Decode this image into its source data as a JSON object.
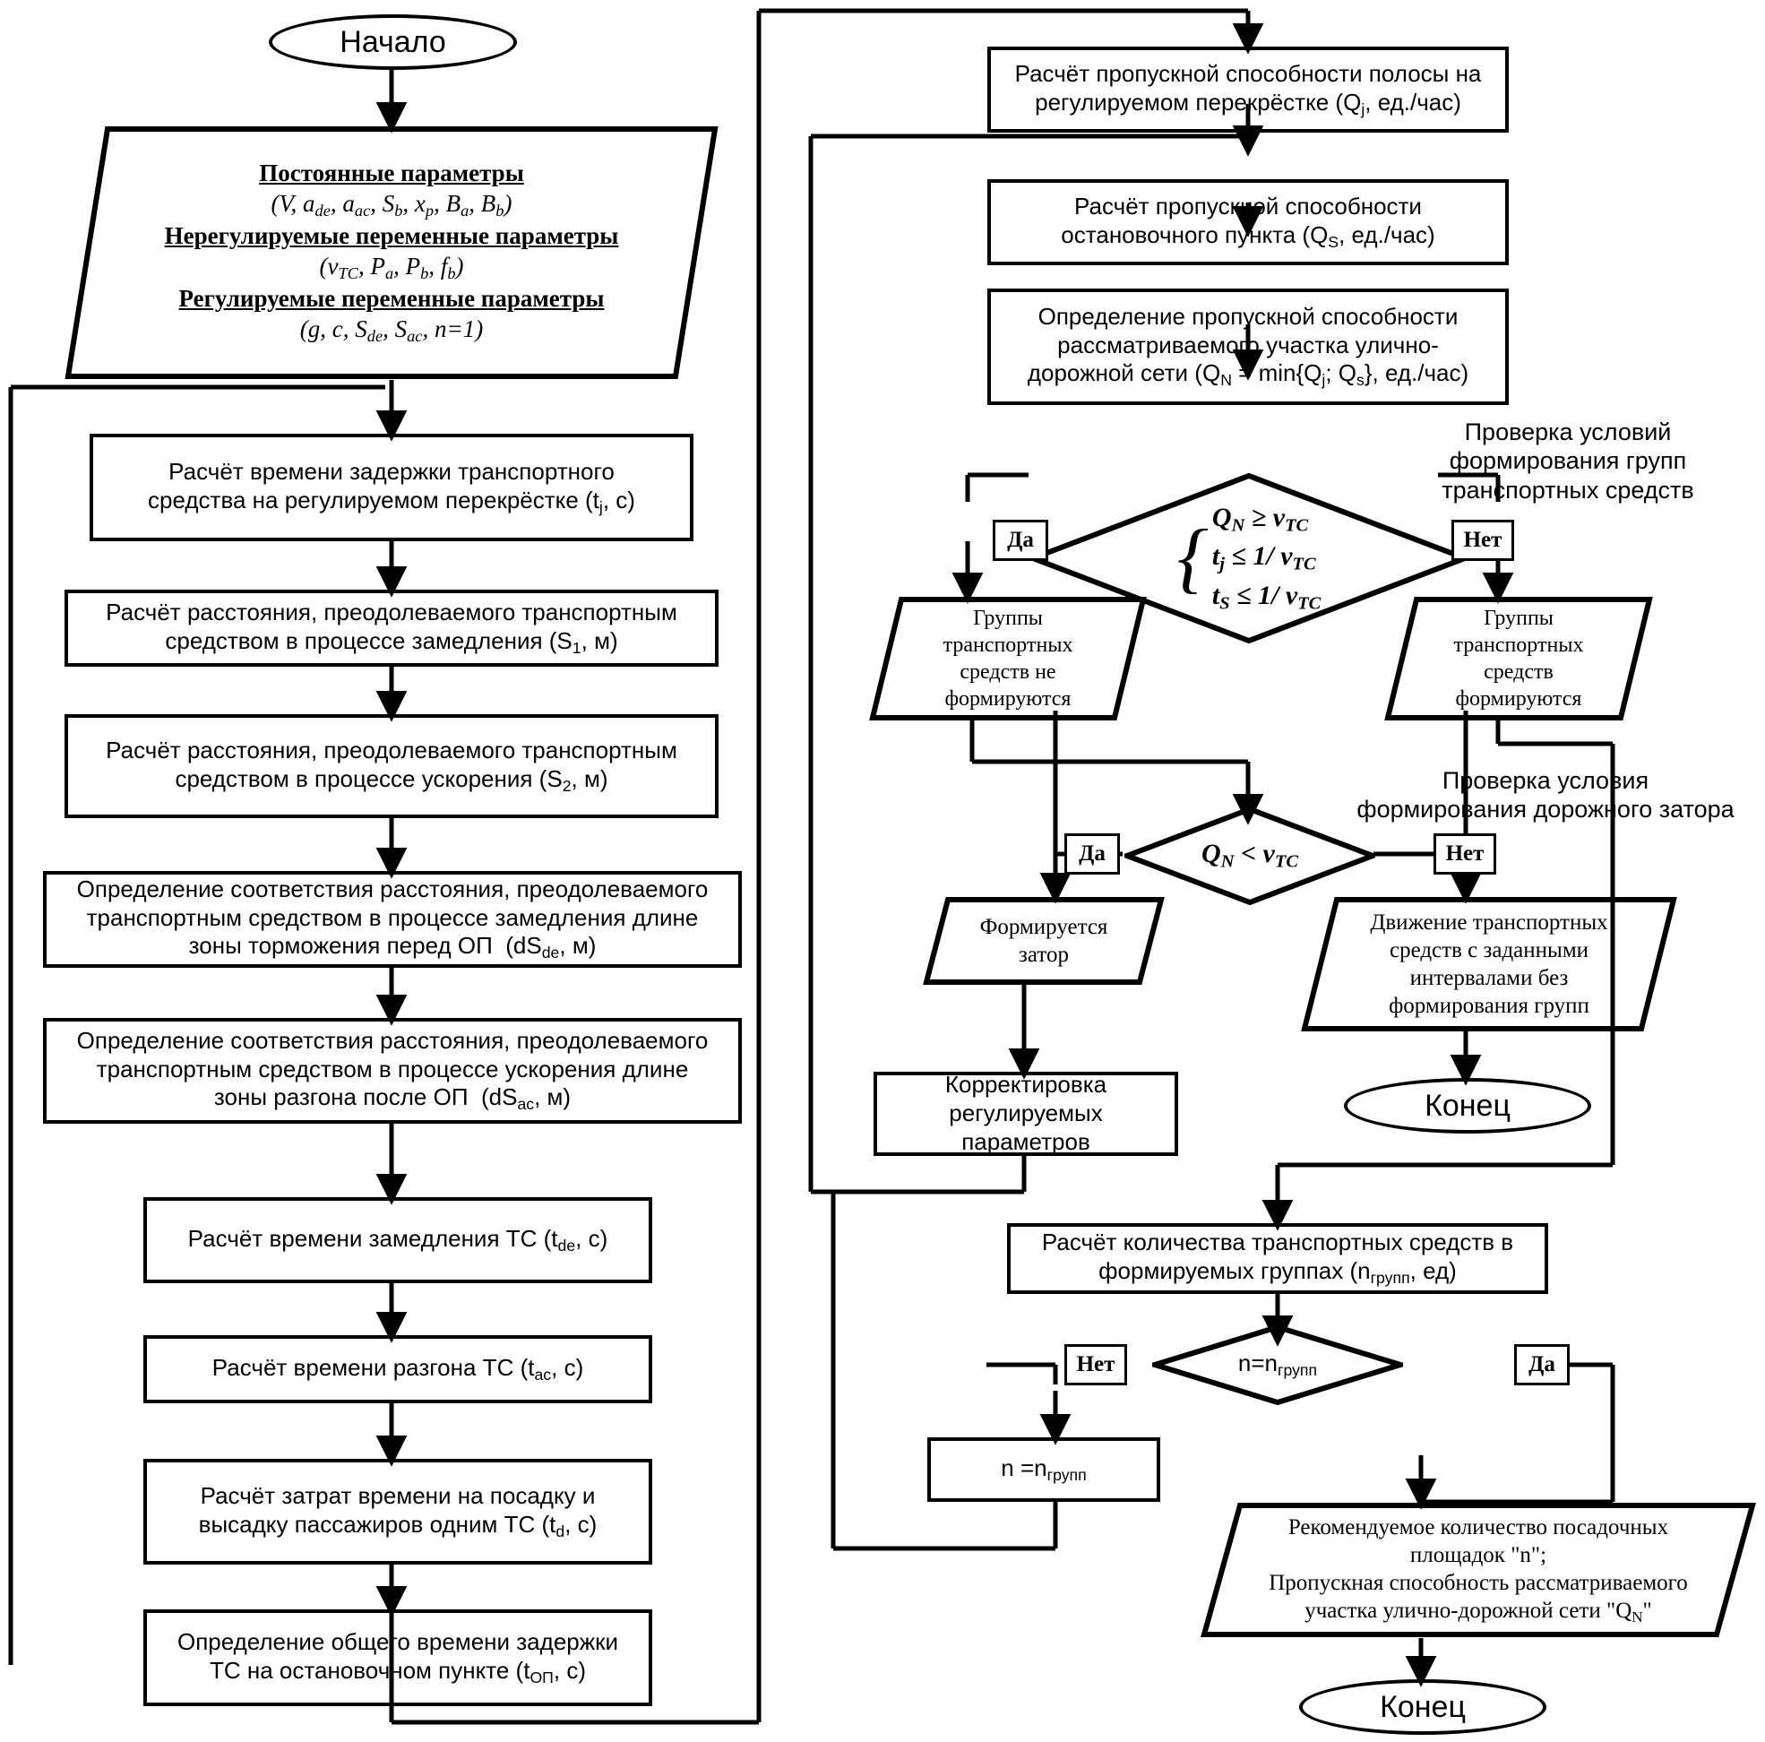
{
  "diagram": {
    "title": "Блок-схема расчёта пропускной способности",
    "language": "ru",
    "stroke_color": "#000000",
    "background_color": "#ffffff"
  },
  "terminators": {
    "start": "Начало",
    "end_middle": "Конец",
    "end_final": "Конец"
  },
  "input_block": {
    "line1": "Постоянные параметры",
    "line2": "(V, a_de, a_ac, S_b, x_p, B_a, B_b)",
    "line3": "Нерегулируемые переменные параметры",
    "line4": "(v_TC, P_a, P_b, f_b)",
    "line5": "Регулируемые переменные параметры",
    "line6": "(g, c, S_de, S_ac, n=1)"
  },
  "left_column": [
    {
      "id": "tj",
      "line1": "Расчёт времени задержки транспортного",
      "line2": "средства на регулируемом перекрёстке (tj, с)"
    },
    {
      "id": "s1",
      "line1": "Расчёт расстояния, преодолеваемого транспортным",
      "line2": "средством в процессе замедления (S1, м)"
    },
    {
      "id": "s2",
      "line1": "Расчёт расстояния, преодолеваемого транспортным",
      "line2": "средством в процессе ускорения (S2, м)"
    },
    {
      "id": "dsde",
      "line1": "Определение соответствия расстояния, преодолеваемого",
      "line2": "транспортным средством в процессе замедления длине",
      "line3": "зоны торможения перед ОП  (dSde, м)"
    },
    {
      "id": "dsac",
      "line1": "Определение соответствия расстояния, преодолеваемого",
      "line2": "транспортным средством в процессе ускорения длине",
      "line3": "зоны разгона после ОП  (dSac, м)"
    },
    {
      "id": "tde",
      "line1": "Расчёт времени замедления ТС (tde, с)"
    },
    {
      "id": "tac",
      "line1": "Расчёт времени разгона ТС (tac, с)"
    },
    {
      "id": "td",
      "line1": "Расчёт затрат времени на посадку и",
      "line2": "высадку пассажиров одним ТС (td, с)"
    },
    {
      "id": "top",
      "line1": "Определение общего времени задержки",
      "line2": "ТС на остановочном пункте (tОП, с)"
    }
  ],
  "right_column": [
    {
      "id": "qj",
      "line1": "Расчёт пропускной способности полосы на",
      "line2": "регулируемом перекрёстке (Qj, ед./час)"
    },
    {
      "id": "qs",
      "line1": "Расчёт пропускной способности",
      "line2": "остановочного пункта (QS, ед./час)"
    },
    {
      "id": "qn",
      "line1": "Определение пропускной способности",
      "line2": "рассматриваемого участка  улично-",
      "line3": "дорожной сети (QN = min{Qj; Qs}, ед./час)"
    },
    {
      "id": "ngroup",
      "line1": "Расчёт количества транспортных средств в",
      "line2": "формируемых группах (nгрупп, ед)"
    }
  ],
  "decisions": [
    {
      "id": "group-condition",
      "cond_line1": "QN ≥ vТС",
      "cond_line2": "tj ≤ 1/vТС",
      "cond_line3": "tS ≤ 1/vТС",
      "yes_label": "Да",
      "no_label": "Нет",
      "annotation": "Проверка условий\nформирования групп\nтранспортных средств"
    },
    {
      "id": "jam-condition",
      "cond_line1": "QN < vТС",
      "yes_label": "Да",
      "no_label": "Нет",
      "annotation": "Проверка условия\nформирования дорожного затора"
    },
    {
      "id": "n-equals-ngroup",
      "cond_line1": "n=nгрупп",
      "yes_label": "Да",
      "no_label": "Нет",
      "annotation": ""
    }
  ],
  "annotations": {
    "group_check_l1": "Проверка условий",
    "group_check_l2": "формирования групп",
    "group_check_l3": "транспортных средств",
    "jam_check_l1": "Проверка условия",
    "jam_check_l2": "формирования дорожного затора"
  },
  "parallelograms": [
    {
      "id": "no-groups",
      "line1": "Группы",
      "line2": "транспортных",
      "line3": "средств не",
      "line4": "формируются"
    },
    {
      "id": "groups-formed",
      "line1": "Группы",
      "line2": "транспортных",
      "line3": "средств",
      "line4": "формируются"
    },
    {
      "id": "jam-forms",
      "line1": "Формируется",
      "line2": "затор"
    },
    {
      "id": "free-flow",
      "line1": "Движение транспортных",
      "line2": "средств с заданными",
      "line3": "интервалами без",
      "line4": "формирования групп"
    },
    {
      "id": "final-output",
      "line1": "Рекомендуемое количество посадочных",
      "line2": "площадок \"n\";",
      "line3": "Пропускная способность рассматриваемого",
      "line4": "участка улично-дорожной сети \"QN\""
    }
  ],
  "other_blocks": {
    "correction": {
      "line1": "Корректировка",
      "line2": "регулируемых параметров"
    },
    "assign_n": {
      "line1": "n =nгрупп"
    }
  },
  "edge_labels": {
    "yes": "Да",
    "no": "Нет"
  }
}
